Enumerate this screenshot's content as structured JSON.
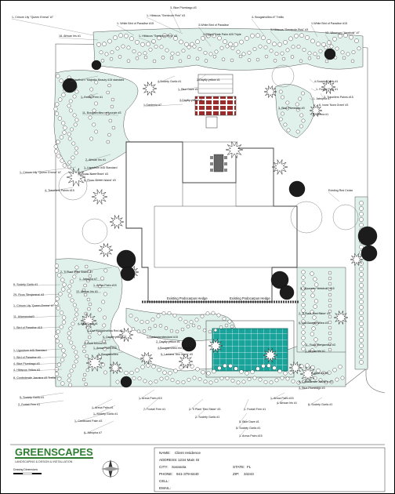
{
  "plant_labels": [
    {
      "id": "crinum-top",
      "text": "1- Crinum Lily \"Queen Emma\" #7"
    },
    {
      "id": "hibiscus-top",
      "text": "1- Hibiscus \"Seminole Pink\" #3"
    },
    {
      "id": "blue-plumbago-top",
      "text": "3- Blue Plumbago #3"
    },
    {
      "id": "bop-white-1",
      "text": "1- White Bird of Paradise #15"
    },
    {
      "id": "bop-white-2",
      "text": "3-White Bird of Paradise"
    },
    {
      "id": "bougainvillea-trellis",
      "text": "4- Bougainvillea #7 Trellis"
    },
    {
      "id": "bop-white-3",
      "text": "1-White Bird of Paradise #15"
    },
    {
      "id": "african-iris-top",
      "text": "18- African Iris #1"
    },
    {
      "id": "hibiscus-seminole",
      "text": "1- Hibiscus \"Seminole Pink\" #3"
    },
    {
      "id": "pygmy-date",
      "text": "3-Pygmy Date Palm #25 Triple"
    },
    {
      "id": "hibiscus-seminole-2",
      "text": "3-Hibiscus \"Seminole Pink\" #3"
    },
    {
      "id": "viburnum-top",
      "text": "12- Viburnum \"Awabuki\" #7"
    },
    {
      "id": "hawthorn",
      "text": "1- Hawthorn \"Majestic Beauty #15 standard"
    },
    {
      "id": "foxtail-1",
      "text": "1- Foxtail Fern #1"
    },
    {
      "id": "society-garlic-top",
      "text": "4-Society Garlic #1"
    },
    {
      "id": "daylily-top",
      "text": "3-Daylily yellow #1"
    },
    {
      "id": "society-garlic-right",
      "text": "4-Society Garlic #1"
    },
    {
      "id": "foxtail-right",
      "text": "1- Foxtail Fern #1"
    },
    {
      "id": "jatropha-right",
      "text": "1- Jatropha #7"
    },
    {
      "id": "traveller-palms",
      "text": "3- Travellers Palms #15"
    },
    {
      "id": "blue-daze-top",
      "text": "1- Blue Daze #1"
    },
    {
      "id": "ixora-right",
      "text": "6- Ixora 'Nora Grant' #3"
    },
    {
      "id": "blue-plumbago-right",
      "text": "3- Blue Plumbago #3"
    },
    {
      "id": "daylily-mid",
      "text": "3-Daylily yellow #1"
    },
    {
      "id": "gardenia",
      "text": "1-Gardenia #7"
    },
    {
      "id": "bougainvillea-red",
      "text": "11- Bougainvillea red purple #3"
    },
    {
      "id": "lemna",
      "text": "3- Lemna #1"
    },
    {
      "id": "african-iris-2",
      "text": "2- African Iris #1"
    },
    {
      "id": "ligustrum-1",
      "text": "1- Ligustrum #45 Standard"
    },
    {
      "id": "ixora-left",
      "text": "11- Ixora 'Nora Grant' #3"
    },
    {
      "id": "ficus-green",
      "text": "6- Ficus 'Green Island' #3"
    },
    {
      "id": "crinum-left",
      "text": "1- Crinum Lily \"Queen Emma\" #7"
    },
    {
      "id": "traveller-left",
      "text": "4- Travellers Palms #15"
    },
    {
      "id": "red-cedar",
      "text": "Existing Red Cedar"
    },
    {
      "id": "plant-red-sister",
      "text": "2- Ti Plant \"Red Sister\" #7"
    },
    {
      "id": "jatropha-left",
      "text": "1- Jatropha #7"
    },
    {
      "id": "areca-palm-15",
      "text": "1- Areca Palm #15"
    },
    {
      "id": "african-iris-3",
      "text": "12- African Iris #1"
    },
    {
      "id": "society-garlic-left",
      "text": "6- Society Garlic #1"
    },
    {
      "id": "ficus-benjamina",
      "text": "29- Ficus 'Benjamina' #3"
    },
    {
      "id": "crinum-left-2",
      "text": "1- Crinum Lily 'Queen Emma' #7"
    },
    {
      "id": "allamanda",
      "text": "11- Allamanda#3"
    },
    {
      "id": "bop-red",
      "text": "1- Bird of Paradise #15"
    },
    {
      "id": "blue-daze-left",
      "text": "4- Blue Daze #1"
    },
    {
      "id": "viburnum-right",
      "text": "5- Viburnum \"Awabuki\" #15"
    },
    {
      "id": "dwarf-bougainvillea",
      "text": "6- Dwf Bougainvillea Red #3"
    },
    {
      "id": "ti-plant-right",
      "text": "2- Ti Plant 'Red Sister' #3"
    },
    {
      "id": "gold-mound",
      "text": "4- Gold Mound #3"
    },
    {
      "id": "areca-palm-mid",
      "text": "1- Areca Palm #15"
    },
    {
      "id": "bougainvillea-mid",
      "text": "3- Bougainvillea"
    },
    {
      "id": "daylily-yellow-low",
      "text": "5- Daylily yellow #1"
    },
    {
      "id": "dwf-bougainvillea-2",
      "text": "6- Dwf Bougainvillea #3"
    },
    {
      "id": "gardenia-standard",
      "text": "1-Gardenia standard #15"
    },
    {
      "id": "daylily-yellow-2",
      "text": "2- Daylily yellow #1"
    },
    {
      "id": "bougainvillea-purple",
      "text": "4-Bougainvillea red purple #3"
    },
    {
      "id": "lantana",
      "text": "5- Lantana 'Ann Marie' #3"
    },
    {
      "id": "ficus-benjamina-2",
      "text": "11- Ficus 'Benjamina' #3"
    },
    {
      "id": "african-iris-4",
      "text": "2- African Iris #1"
    },
    {
      "id": "ligustrum-2",
      "text": "1- Ligustrum #45 Standard"
    },
    {
      "id": "bop-paradise-2",
      "text": "1- Bird of Paradise #3"
    },
    {
      "id": "blue-plumbago-left",
      "text": "4- Blue Plumbago #3"
    },
    {
      "id": "hibiscus-yellow",
      "text": "4- Hibiscus Yellow #3"
    },
    {
      "id": "confederate-jasmine",
      "text": "8- Confederate Jasmine #3 Trellis"
    },
    {
      "id": "blue-iris-right",
      "text": "2- Blue Iris #1"
    },
    {
      "id": "confederate-jasmine-2",
      "text": "8- Confederate Jasmine #3"
    },
    {
      "id": "blue-plumbago-low",
      "text": "3- Blue Plumbago #3"
    },
    {
      "id": "areca-palm-right",
      "text": "1- Areca Palm #15"
    },
    {
      "id": "society-garlic-right-2",
      "text": "6- Society Garlic #1"
    },
    {
      "id": "african-iris-low",
      "text": "4- African Iris #1"
    },
    {
      "id": "society-garlic-bottom",
      "text": "5- Society Garlic #1"
    },
    {
      "id": "foxtail-bottom",
      "text": "2- Foxtail Fern #1"
    },
    {
      "id": "areca-palm-bottom",
      "text": "1- Areca Palm #1"
    },
    {
      "id": "society-garlic-b2",
      "text": "1- Society Garlic #1"
    },
    {
      "id": "cardboard-palm",
      "text": "1- Cardboard Palm #3"
    },
    {
      "id": "jatropha-bottom",
      "text": "6- Jatropha #7"
    },
    {
      "id": "foxtail-fern-b",
      "text": "7- Foxtail Fern #1"
    },
    {
      "id": "areca-palm-b2",
      "text": "1- Areca Palm #15"
    },
    {
      "id": "ti-plant-b",
      "text": "2- Ti Plant 'Red Sister' #3"
    },
    {
      "id": "society-garlic-b3",
      "text": "2- Society Garlic #1"
    },
    {
      "id": "foxtail-fern-b2",
      "text": "1- Foxtail Fern #1"
    },
    {
      "id": "blue-daze-b",
      "text": "5- Blue Daze #1"
    },
    {
      "id": "society-garlic-b4",
      "text": "5- Society Garlic #1"
    },
    {
      "id": "areca-palm-b3",
      "text": "1- Areca Palm #15"
    }
  ],
  "hedge_labels": {
    "left": "Existing Podocarpus Hedge",
    "right": "Existing Podocarpus Hedge"
  },
  "title_block": {
    "name_label": "NAME:",
    "name_value": "Client residence",
    "address_label": "ADDRESS:",
    "address_value": "1234 Main St",
    "city_label": "CITY:",
    "city_value": "Sarasota",
    "state_label": "STATE:",
    "state_value": "FL",
    "phone_label": "PHONE:",
    "phone_value": "941-379-8440",
    "zip_label": "ZIP:",
    "zip_value": "34243",
    "cell_label": "CELL:",
    "email_label": "EMAIL:"
  },
  "logo": {
    "name": "GREENSCAPES",
    "tagline": "LANDSCAPING & DESIGN & INSTALLATION"
  },
  "scale_label": "Drawing Dimensions",
  "colors": {
    "bed_fill": "#dff1ea",
    "pool_fill": "#1aa39a",
    "paver_fill": "#9b2c2c",
    "logo_green": "#2e7d32"
  }
}
